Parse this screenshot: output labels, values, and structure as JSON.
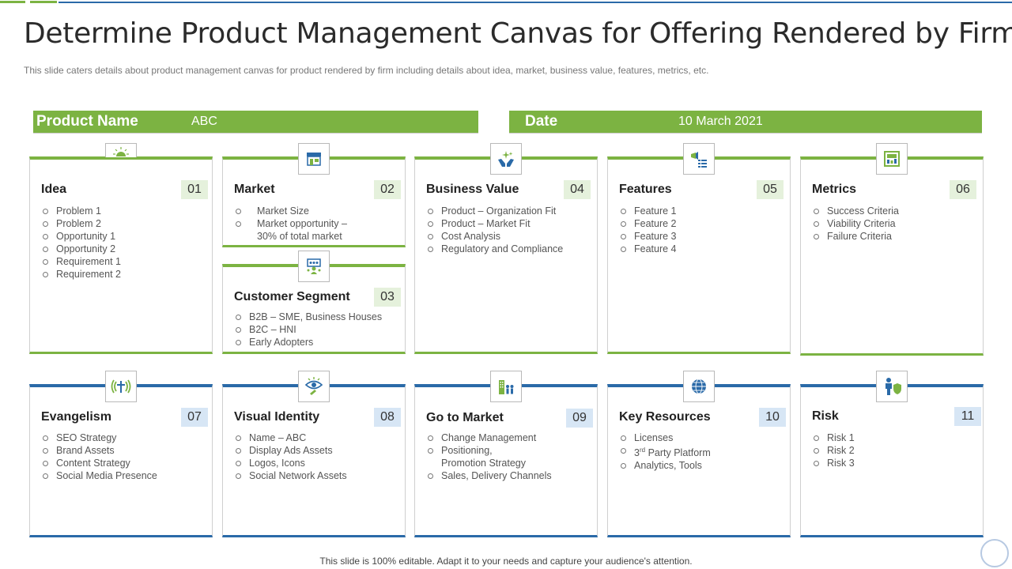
{
  "title": "Determine Product Management Canvas for Offering Rendered by Firm",
  "subtitle": "This slide caters details about product management canvas for product rendered by firm including details about idea, market, business value, features, metrics, etc.",
  "product": {
    "label": "Product Name",
    "value": "ABC"
  },
  "date": {
    "label": "Date",
    "value": "10 March 2021"
  },
  "colors": {
    "green": "#7cb342",
    "blue": "#2a6aa8"
  },
  "cards": {
    "idea": {
      "title": "Idea",
      "num": "01",
      "icon": "lightbulb-icon",
      "items": [
        "Problem 1",
        "Problem 2",
        "Opportunity 1",
        "Opportunity 2",
        "Requirement  1",
        "Requirement  2"
      ]
    },
    "market": {
      "title": "Market",
      "num": "02",
      "icon": "store-icon",
      "items": [
        "Market Size",
        "Market opportunity –",
        "30% of total market"
      ]
    },
    "customer": {
      "title": "Customer Segment",
      "num": "03",
      "icon": "presentation-icon",
      "items": [
        "B2B – SME, Business Houses",
        "B2C – HNI",
        "Early Adopters"
      ]
    },
    "business": {
      "title": "Business Value",
      "num": "04",
      "icon": "hands-sparkle-icon",
      "items": [
        "Product – Organization Fit",
        "Product – Market Fit",
        "Cost Analysis",
        "Regulatory  and Compliance"
      ]
    },
    "features": {
      "title": "Features",
      "num": "05",
      "icon": "megaphone-list-icon",
      "items": [
        "Feature 1",
        "Feature 2",
        "Feature 3",
        "Feature 4"
      ]
    },
    "metrics": {
      "title": "Metrics",
      "num": "06",
      "icon": "dashboard-icon",
      "items": [
        "Success Criteria",
        "Viability Criteria",
        "Failure Criteria"
      ]
    },
    "evangelism": {
      "title": "Evangelism",
      "num": "07",
      "icon": "broadcast-cross-icon",
      "items": [
        "SEO Strategy",
        "Brand Assets",
        "Content Strategy",
        "Social Media Presence"
      ]
    },
    "visual": {
      "title": "Visual Identity",
      "num": "08",
      "icon": "eye-icon",
      "items": [
        "Name – ABC",
        "Display Ads Assets",
        "Logos, Icons",
        "Social Network Assets"
      ]
    },
    "gotomarket": {
      "title": "Go to Market",
      "num": "09",
      "icon": "city-people-icon",
      "items": [
        "Change Management",
        "Positioning,",
        "Promotion Strategy",
        "Sales, Delivery  Channels"
      ]
    },
    "resources": {
      "title": "Key Resources",
      "num": "10",
      "icon": "globe-icon",
      "items": [
        "Licenses",
        "Party Platform",
        "Analytics, Tools"
      ],
      "superscript": {
        "prefix": "3",
        "sup": "rd"
      }
    },
    "risk": {
      "title": "Risk",
      "num": "11",
      "icon": "person-shield-icon",
      "items": [
        "Risk 1",
        "Risk 2",
        "Risk 3"
      ]
    }
  },
  "footer": "This slide is 100% editable. Adapt it to your needs and capture your audience's attention."
}
